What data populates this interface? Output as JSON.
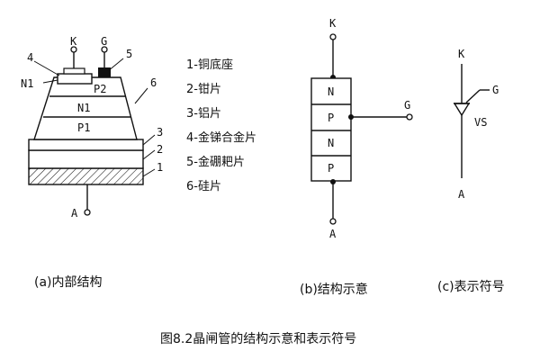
{
  "figure_caption": "图8.2晶闸管的结构示意和表示符号",
  "panel_a": {
    "caption": "(a)内部结构",
    "terminal_k": "K",
    "terminal_g": "G",
    "terminal_a": "A",
    "callout_4": "4",
    "callout_5": "5",
    "callout_6": "6",
    "callout_3": "3",
    "callout_2": "2",
    "callout_1": "1",
    "label_n1_left": "N1",
    "layer_p2": "P2",
    "layer_n1": "N1",
    "layer_p1": "P1"
  },
  "legend": [
    "1-铜底座",
    "2-钳片",
    "3-铝片",
    "4-金锑合金片",
    "5-金硼耙片",
    "6-硅片"
  ],
  "panel_b": {
    "caption": "(b)结构示意",
    "terminal_k": "K",
    "terminal_g": "G",
    "terminal_a": "A",
    "layers": [
      "N",
      "P",
      "N",
      "P"
    ]
  },
  "panel_c": {
    "caption": "(c)表示符号",
    "terminal_k": "K",
    "terminal_g": "G",
    "terminal_a": "A",
    "device_label": "VS"
  }
}
